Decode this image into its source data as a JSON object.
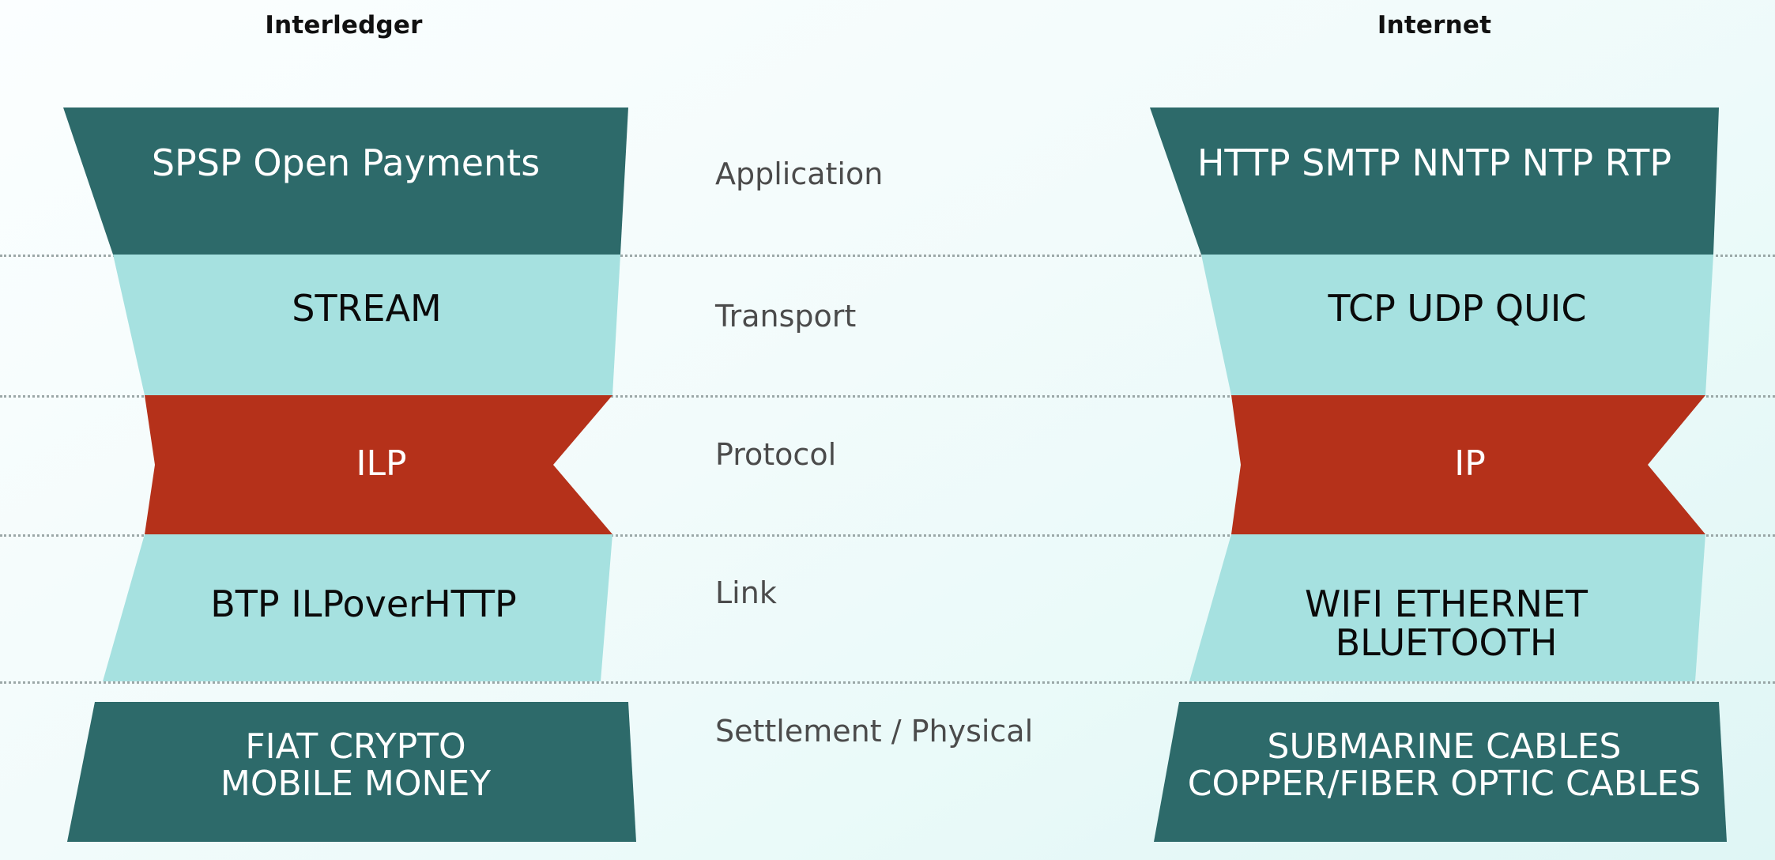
{
  "columns": {
    "left": {
      "title": "Interledger"
    },
    "right": {
      "title": "Internet"
    }
  },
  "layers": [
    {
      "name": "Application",
      "key": "application"
    },
    {
      "name": "Transport",
      "key": "transport"
    },
    {
      "name": "Protocol",
      "key": "protocol"
    },
    {
      "name": "Link",
      "key": "link"
    },
    {
      "name": "Settlement / Physical",
      "key": "settlement-physical"
    }
  ],
  "interledger": {
    "application": "SPSP   Open Payments",
    "transport": "STREAM",
    "protocol": "ILP",
    "link": "BTP  ILPoverHTTP",
    "settlement": "FIAT   CRYPTO\nMOBILE MONEY"
  },
  "internet": {
    "application": "HTTP  SMTP  NNTP  NTP  RTP",
    "transport": "TCP  UDP  QUIC",
    "protocol": "IP",
    "link": "WIFI   ETHERNET\nBLUETOOTH",
    "settlement": "SUBMARINE CABLES\nCOPPER/FIBER OPTIC CABLES"
  },
  "colors": {
    "dark_teal": "#2D6A6A",
    "light_teal": "#A6E1E0",
    "accent_red": "#B5311A",
    "background_start": "#FBFEFF",
    "background_end": "#DFF6F5",
    "divider": "#8D9A9A",
    "layer_text": "#4B4B4B",
    "title_text": "#111111"
  },
  "dividers_y": [
    322,
    500,
    676,
    862
  ]
}
